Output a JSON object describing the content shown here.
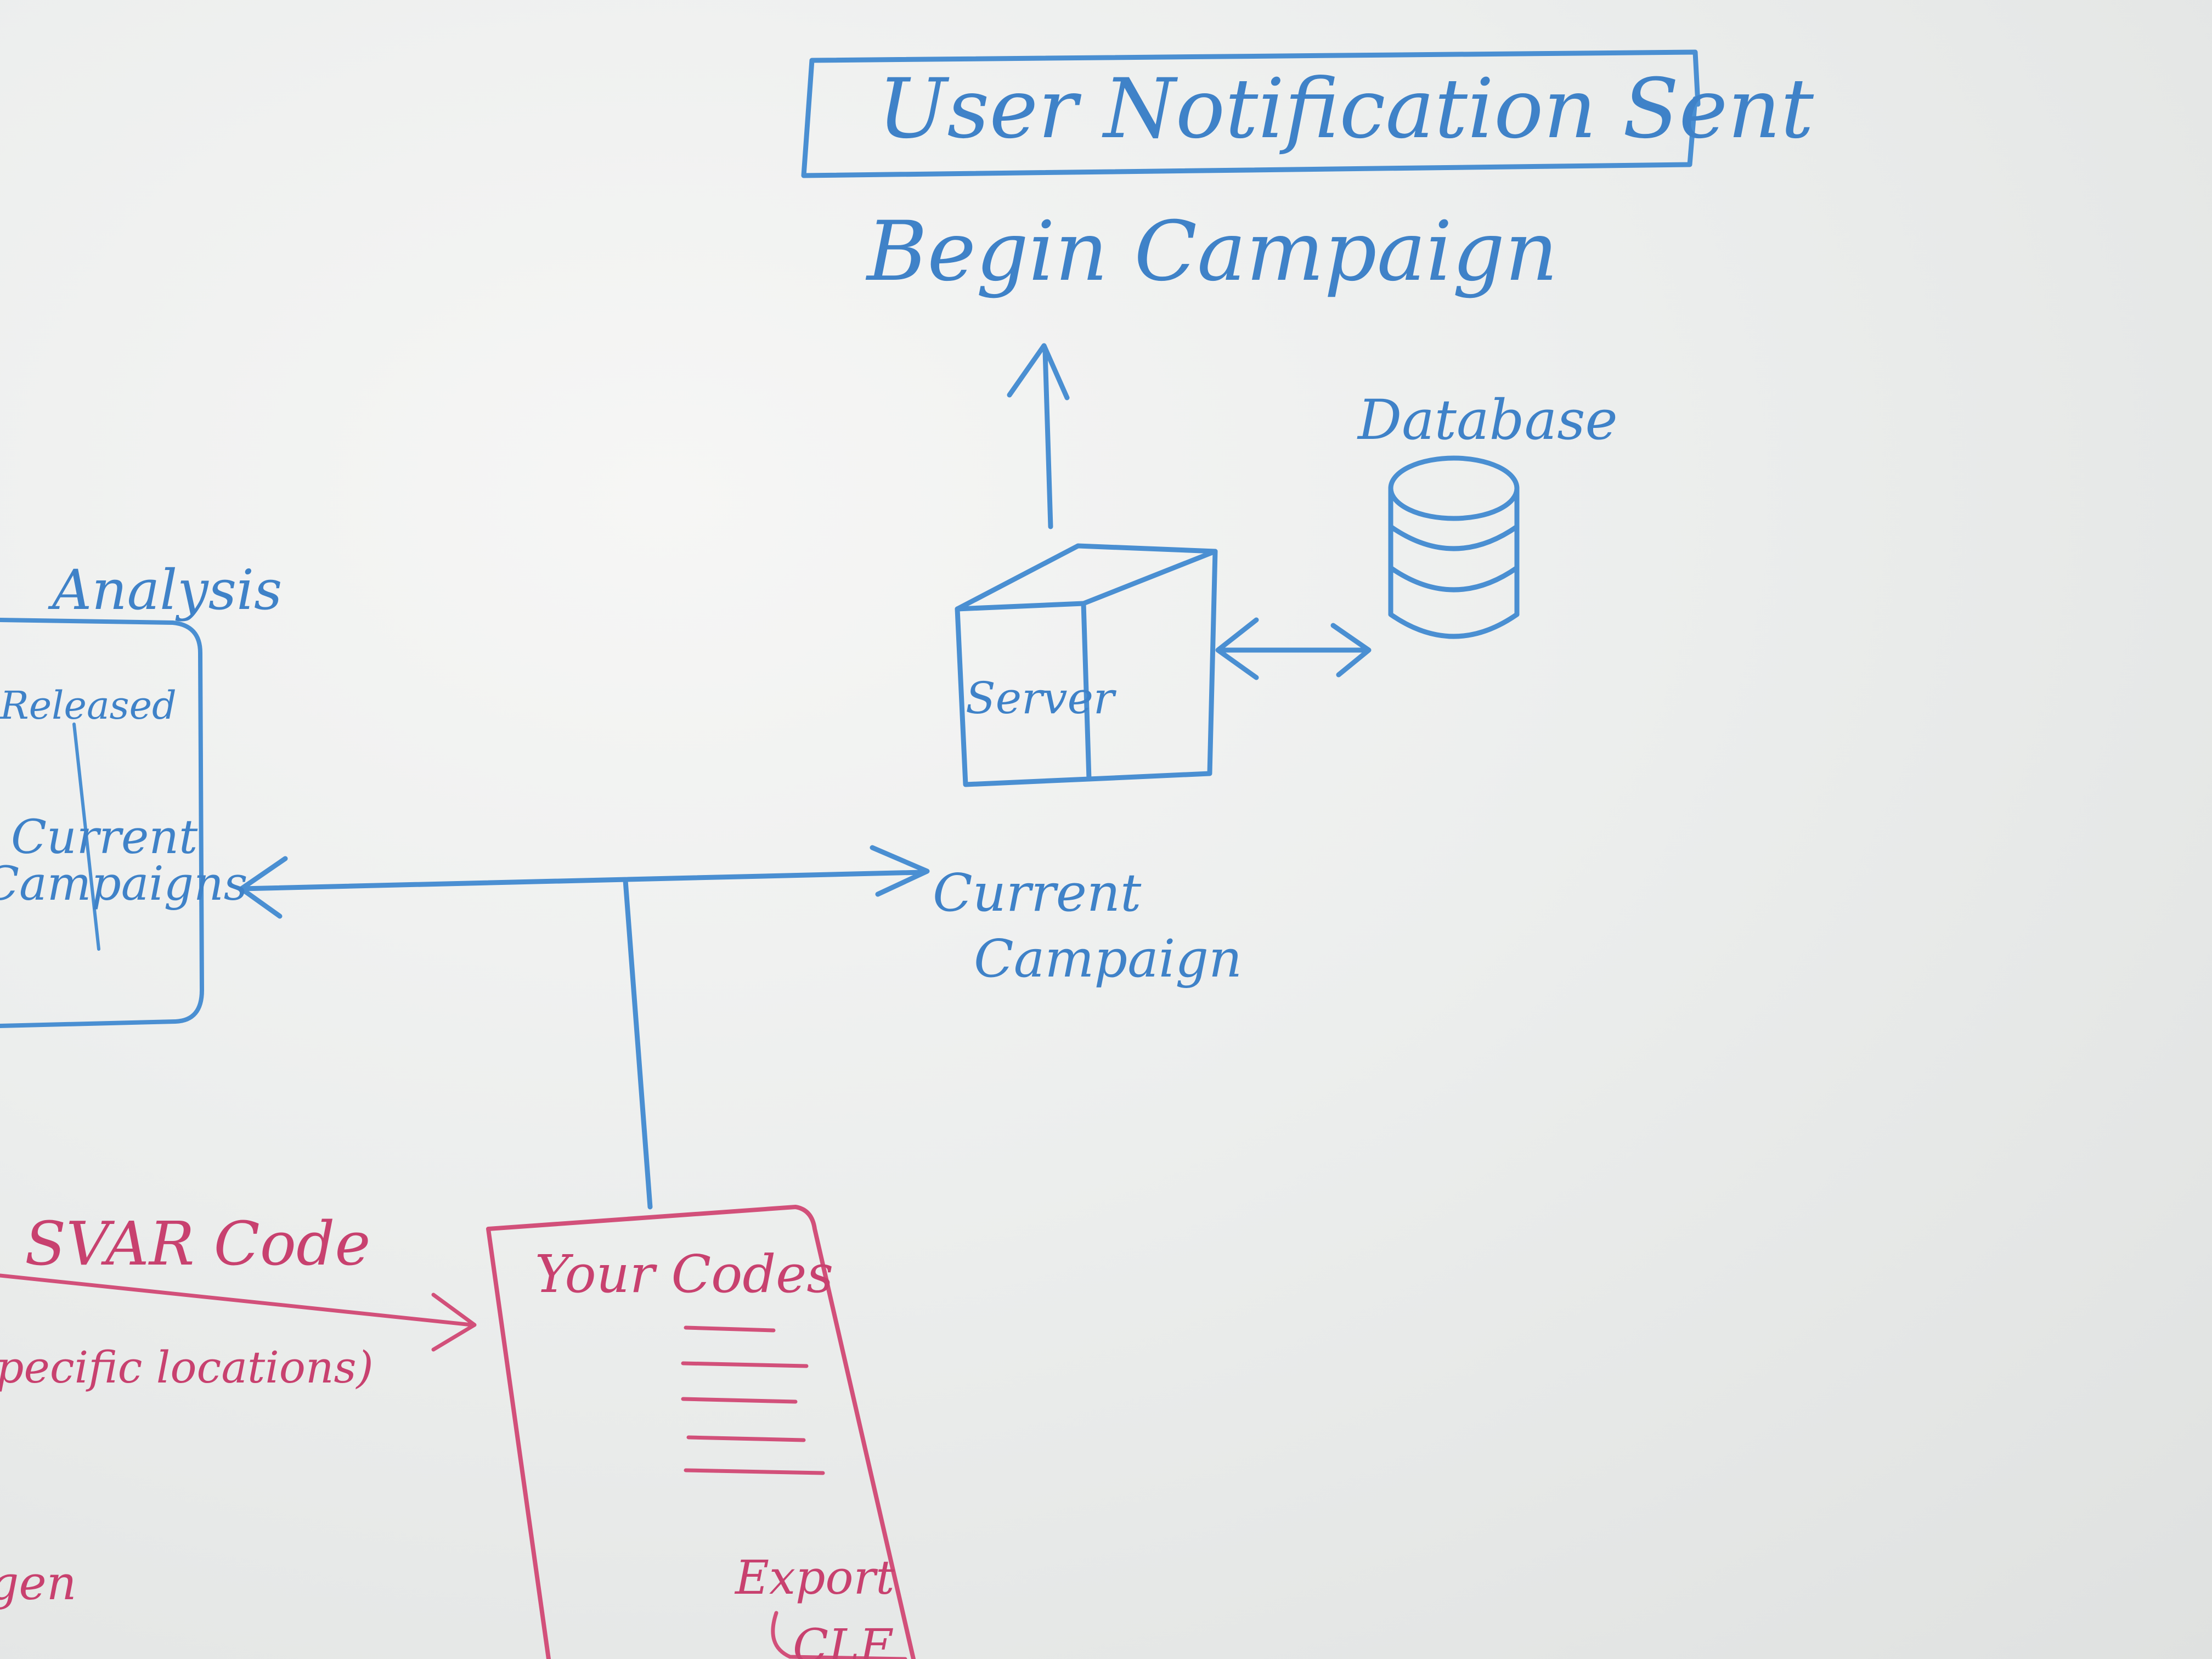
{
  "notification_box": {
    "label": "User Notification Sent"
  },
  "begin_campaign": {
    "label": "Begin Campaign"
  },
  "database": {
    "label": "Database"
  },
  "server": {
    "label": "Server"
  },
  "current_campaign": {
    "line1": "Current",
    "line2": "Campaign"
  },
  "analysis_panel": {
    "title": "Analysis",
    "item_released": "Released",
    "current_campaigns_line1": "Current",
    "current_campaigns_line2": "Campaigns"
  },
  "svar_code": {
    "label": "SVAR Code",
    "note": "(specific locations)",
    "fragment": "gen"
  },
  "your_codes_panel": {
    "title": "Your Codes",
    "export_label": "Export",
    "button_label": "CLF"
  },
  "colors": {
    "blue_marker": "#4a8fd2",
    "pink_marker": "#d2507a",
    "board": "#eceeed"
  }
}
